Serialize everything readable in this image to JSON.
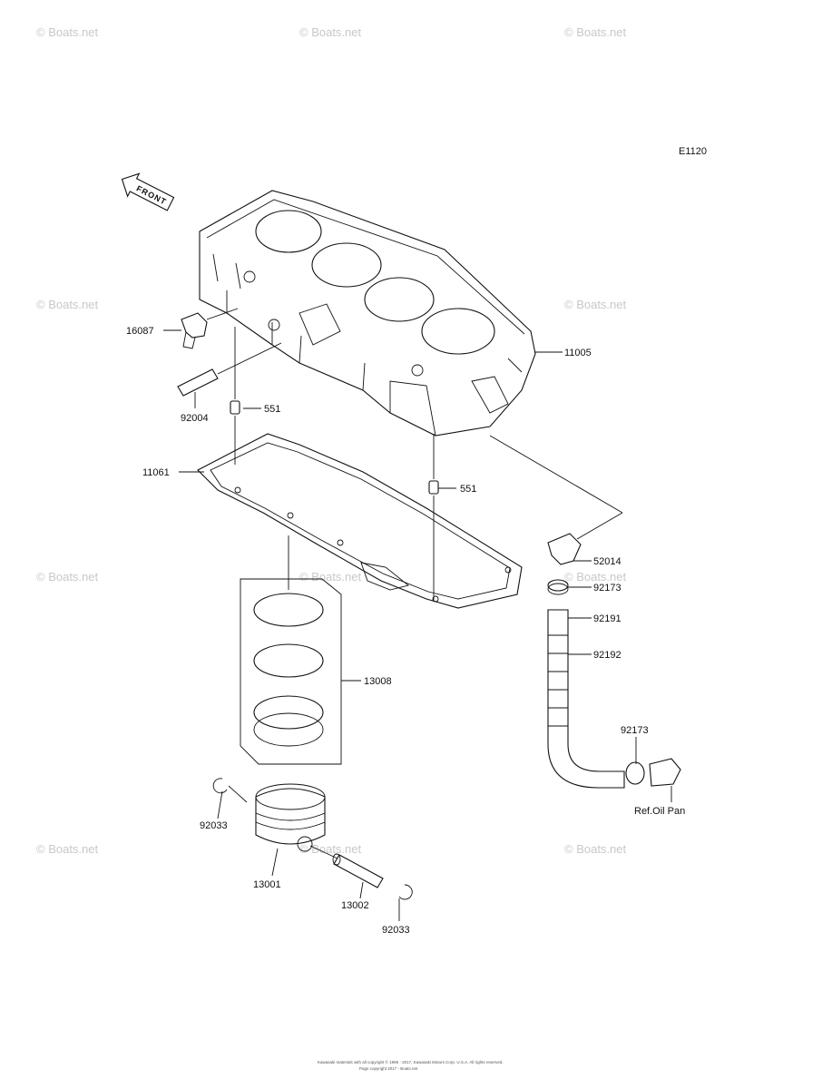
{
  "diagram": {
    "code": "E1120",
    "front_arrow_text": "FRONT",
    "watermark": "© Boats.net",
    "footer_line1": "Kawasaki materials with all copyright © 1996 - 2017, Kawasaki Motors Corp. U.S.A. All rights reserved.",
    "footer_line2": "Page copyright 2017 - Boats.net"
  },
  "parts": [
    {
      "id": "p16087",
      "number": "16087"
    },
    {
      "id": "p11005",
      "number": "11005"
    },
    {
      "id": "p92004",
      "number": "92004"
    },
    {
      "id": "p551a",
      "number": "551"
    },
    {
      "id": "p11061",
      "number": "11061"
    },
    {
      "id": "p551b",
      "number": "551"
    },
    {
      "id": "p52014",
      "number": "52014"
    },
    {
      "id": "p92173a",
      "number": "92173"
    },
    {
      "id": "p92191",
      "number": "92191"
    },
    {
      "id": "p92192",
      "number": "92192"
    },
    {
      "id": "p13008",
      "number": "13008"
    },
    {
      "id": "p92173b",
      "number": "92173"
    },
    {
      "id": "p92033a",
      "number": "92033"
    },
    {
      "id": "p13001",
      "number": "13001"
    },
    {
      "id": "p13002",
      "number": "13002"
    },
    {
      "id": "p92033b",
      "number": "92033"
    }
  ],
  "reference_note": "Ref.Oil Pan"
}
